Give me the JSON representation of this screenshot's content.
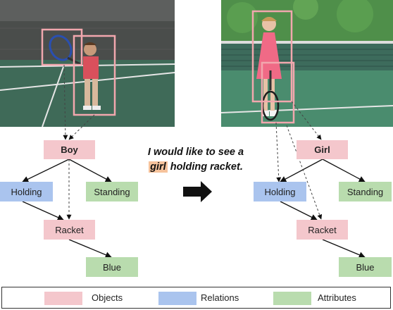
{
  "query": {
    "before": "I would like to see a",
    "highlight": "girl",
    "after": "holding racket."
  },
  "left_graph": {
    "object": "Boy",
    "relation": "Holding",
    "attribute_top": "Standing",
    "target": "Racket",
    "attribute_bottom": "Blue"
  },
  "right_graph": {
    "object": "Girl",
    "relation": "Holding",
    "attribute_top": "Standing",
    "target": "Racket",
    "attribute_bottom": "Blue"
  },
  "legend": {
    "objects": "Objects",
    "relations": "Relations",
    "attributes": "Attributes"
  },
  "colors": {
    "object": "#f4c7cc",
    "relation": "#aac4ee",
    "attribute": "#b9dcae",
    "highlight": "#f6c39c",
    "bbox": "#f2a7ae"
  },
  "icons": [
    "right-arrow-icon"
  ]
}
